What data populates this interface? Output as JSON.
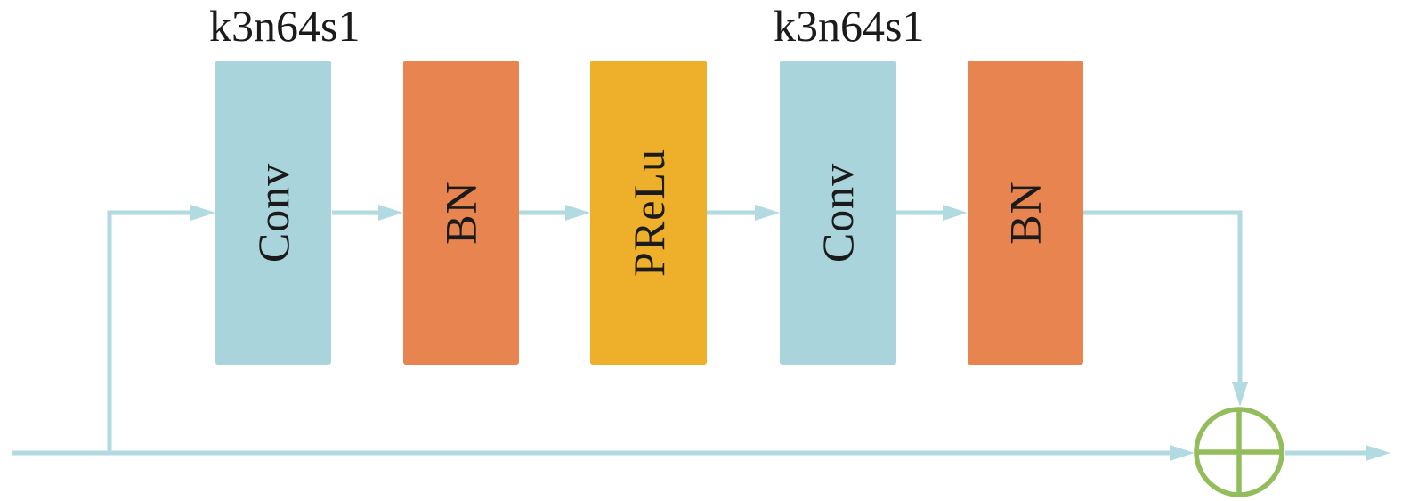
{
  "diagram": {
    "type": "residual-block",
    "param_labels": [
      "k3n64s1",
      "k3n64s1"
    ],
    "blocks": [
      {
        "label": "Conv",
        "kind": "conv"
      },
      {
        "label": "BN",
        "kind": "bn"
      },
      {
        "label": "PReLu",
        "kind": "prelu"
      },
      {
        "label": "Conv",
        "kind": "conv"
      },
      {
        "label": "BN",
        "kind": "bn"
      }
    ],
    "add_operator": {
      "glyph": "⊕",
      "name": "elementwise-add"
    }
  },
  "colors": {
    "conv": "#A9D4DB",
    "bn": "#E88450",
    "prelu": "#EEAF2B",
    "line": "#B2DAE1",
    "add": "#92BD5A",
    "ink": "#1B1B1B",
    "bg": "#FFFFFF"
  }
}
